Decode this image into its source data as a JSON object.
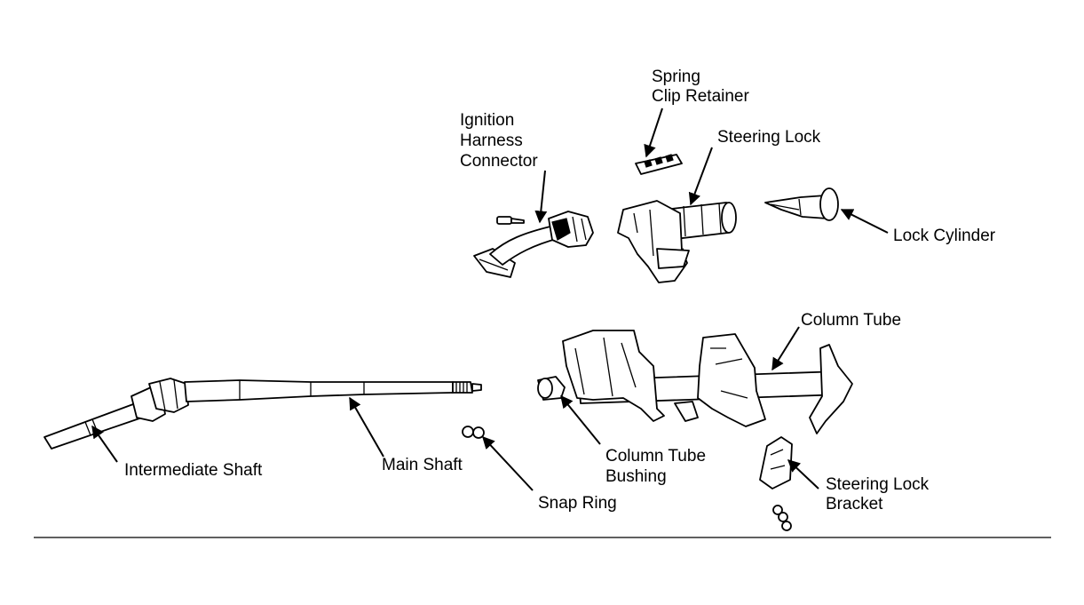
{
  "labels": {
    "spring_clip_retainer": [
      "Spring",
      "Clip Retainer"
    ],
    "ignition_harness_connector": [
      "Ignition",
      "Harness",
      "Connector"
    ],
    "steering_lock": [
      "Steering Lock"
    ],
    "lock_cylinder": [
      "Lock Cylinder"
    ],
    "column_tube": [
      "Column Tube"
    ],
    "intermediate_shaft": [
      "Intermediate Shaft"
    ],
    "main_shaft": [
      "Main Shaft"
    ],
    "column_tube_bushing": [
      "Column Tube",
      "Bushing"
    ],
    "snap_ring": [
      "Snap Ring"
    ],
    "steering_lock_bracket": [
      "Steering Lock",
      "Bracket"
    ]
  },
  "colors": {
    "ink": "#000000",
    "paper": "#ffffff"
  }
}
